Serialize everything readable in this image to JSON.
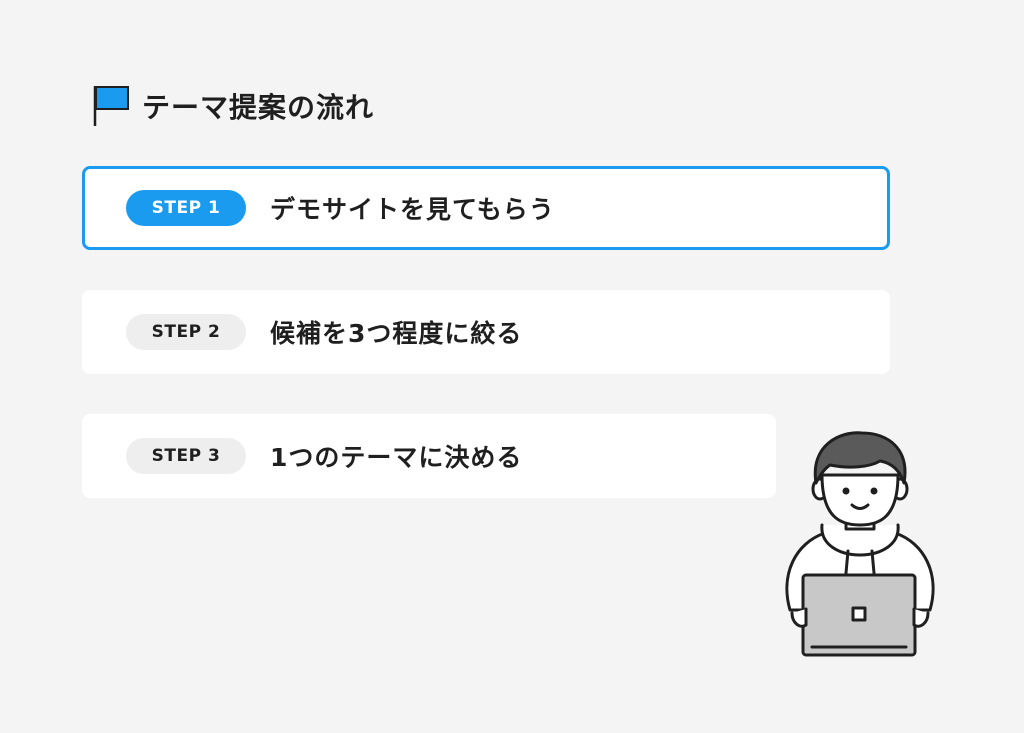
{
  "header": {
    "title": "テーマ提案の流れ",
    "flag_color": "#1a9bef"
  },
  "steps": [
    {
      "badge": "STEP 1",
      "label": "デモサイトを見てもらう",
      "active": true
    },
    {
      "badge": "STEP 2",
      "label": "候補を3つ程度に絞る",
      "active": false
    },
    {
      "badge": "STEP 3",
      "label": "1つのテーマに決める",
      "active": false
    }
  ],
  "colors": {
    "accent": "#1a9bef",
    "background": "#f4f4f4",
    "card": "#ffffff",
    "pill_inactive": "#eeeeee"
  },
  "illustration": {
    "icon": "person-with-laptop-icon"
  }
}
